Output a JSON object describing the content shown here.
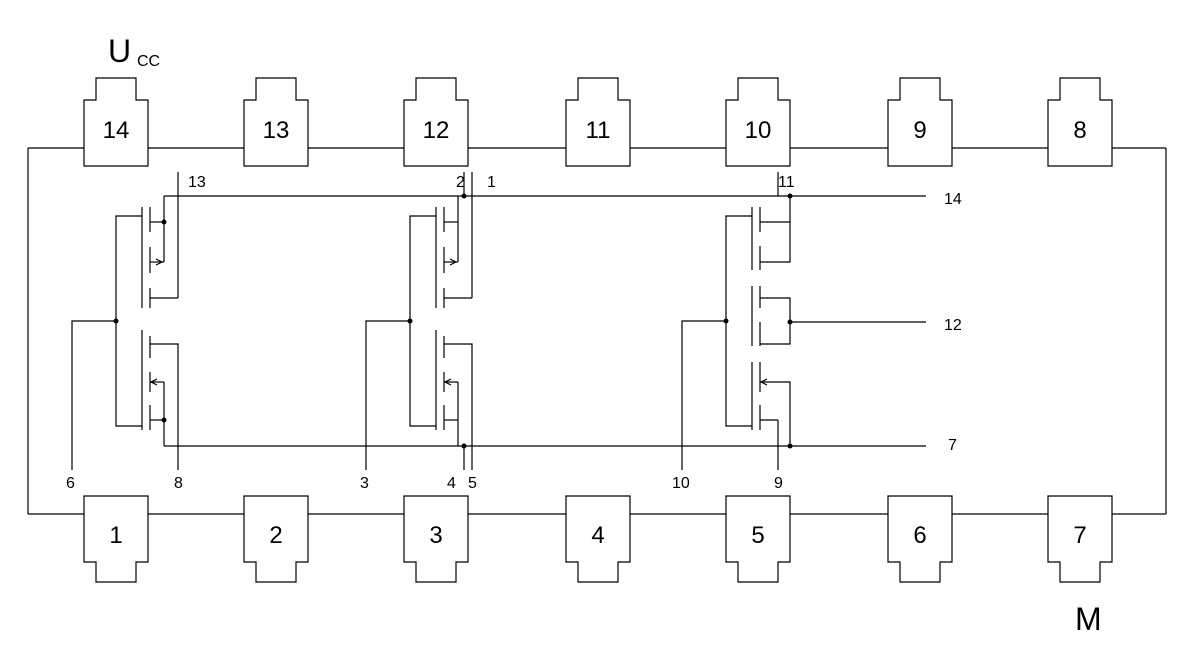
{
  "supply": {
    "main": "U",
    "sub": "CC"
  },
  "ground": "M",
  "pins_top": [
    "14",
    "13",
    "12",
    "11",
    "10",
    "9",
    "8"
  ],
  "pins_bottom": [
    "1",
    "2",
    "3",
    "4",
    "5",
    "6",
    "7"
  ],
  "nets": {
    "g1_top": "13",
    "g2_top_a": "2",
    "g2_top_b": "1",
    "g3_top": "11",
    "g1_in": "6",
    "g1_out": "8",
    "g2_in": "3",
    "g2_out_a": "4",
    "g2_out_b": "5",
    "g3_in": "10",
    "g3_out": "9",
    "rail_vcc": "14",
    "rail_mid": "12",
    "rail_gnd": "7"
  }
}
